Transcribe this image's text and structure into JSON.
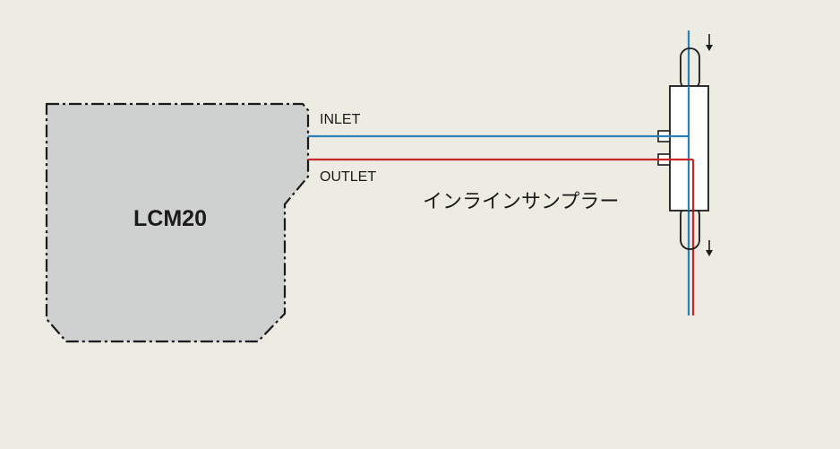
{
  "diagram": {
    "device": {
      "label": "LCM20",
      "fill": "#cfd0d0",
      "outline": "#1a1a1a"
    },
    "inlet": {
      "label": "INLET",
      "color": "#2d7fb8"
    },
    "outlet": {
      "label": "OUTLET",
      "color": "#c8262b"
    },
    "sampler": {
      "label": "インラインサンプラー",
      "fill": "#ffffff",
      "outline": "#1a1a1a"
    },
    "background": "#ecece2"
  }
}
